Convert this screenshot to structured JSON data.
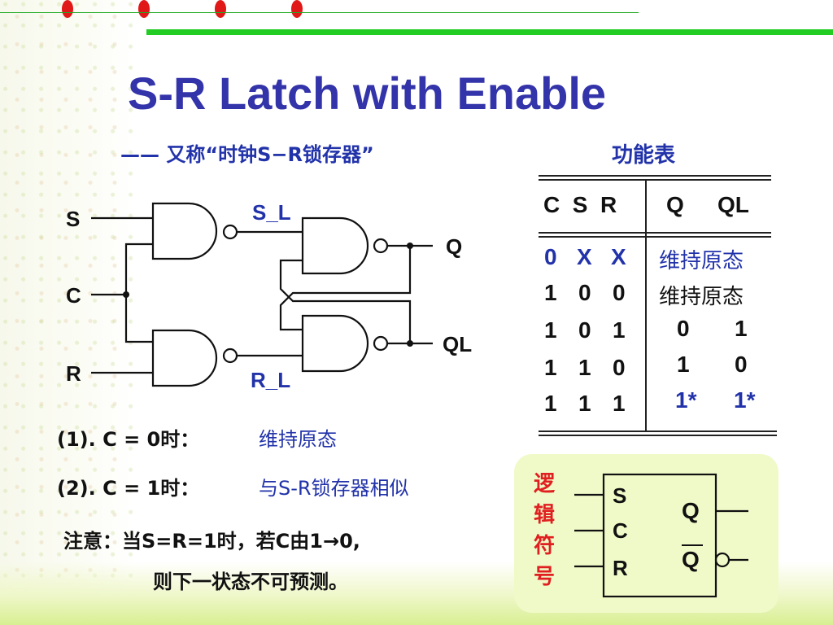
{
  "title": "S-R Latch with Enable",
  "subtitle": "—— 又称“时钟S−R锁存器”",
  "function_table": {
    "title": "功能表",
    "header_inputs": "C  S  R",
    "header_q": "Q",
    "header_ql": "QL",
    "rows": [
      {
        "c": "0",
        "s": "X",
        "r": "X",
        "state": "维持原态",
        "color": "#2233aa"
      },
      {
        "c": "1",
        "s": "0",
        "r": "0",
        "state": "维持原态",
        "color": "#111111"
      },
      {
        "c": "1",
        "s": "0",
        "r": "1",
        "q": "0",
        "ql": "1",
        "color": "#111111"
      },
      {
        "c": "1",
        "s": "1",
        "r": "0",
        "q": "1",
        "ql": "0",
        "color": "#111111"
      },
      {
        "c": "1",
        "s": "1",
        "r": "1",
        "q": "1*",
        "ql": "1*",
        "color": "#2233aa"
      }
    ]
  },
  "circuit": {
    "input_s": "S",
    "input_c": "C",
    "input_r": "R",
    "net_sl": "S_L",
    "net_rl": "R_L",
    "output_q": "Q",
    "output_ql": "QL"
  },
  "notes": {
    "line1_prefix": "(1). C = 0时：",
    "line1_value": "维持原态",
    "line2_prefix": "(2). C = 1时：",
    "line2_value": "与S-R锁存器相似",
    "caution_line1": "注意：当S=R=1时，若C由1→0,",
    "caution_line2": "则下一状态不可预测。"
  },
  "symbol": {
    "label": "逻辑符号",
    "pins_left": [
      "S",
      "C",
      "R"
    ],
    "pin_q": "Q",
    "pin_qbar": "Q"
  },
  "colors": {
    "title": "#3333aa",
    "accent_blue": "#2233aa",
    "red": "#e02020",
    "green_line": "#22cc22",
    "symbol_bg": "#f0fac8"
  }
}
